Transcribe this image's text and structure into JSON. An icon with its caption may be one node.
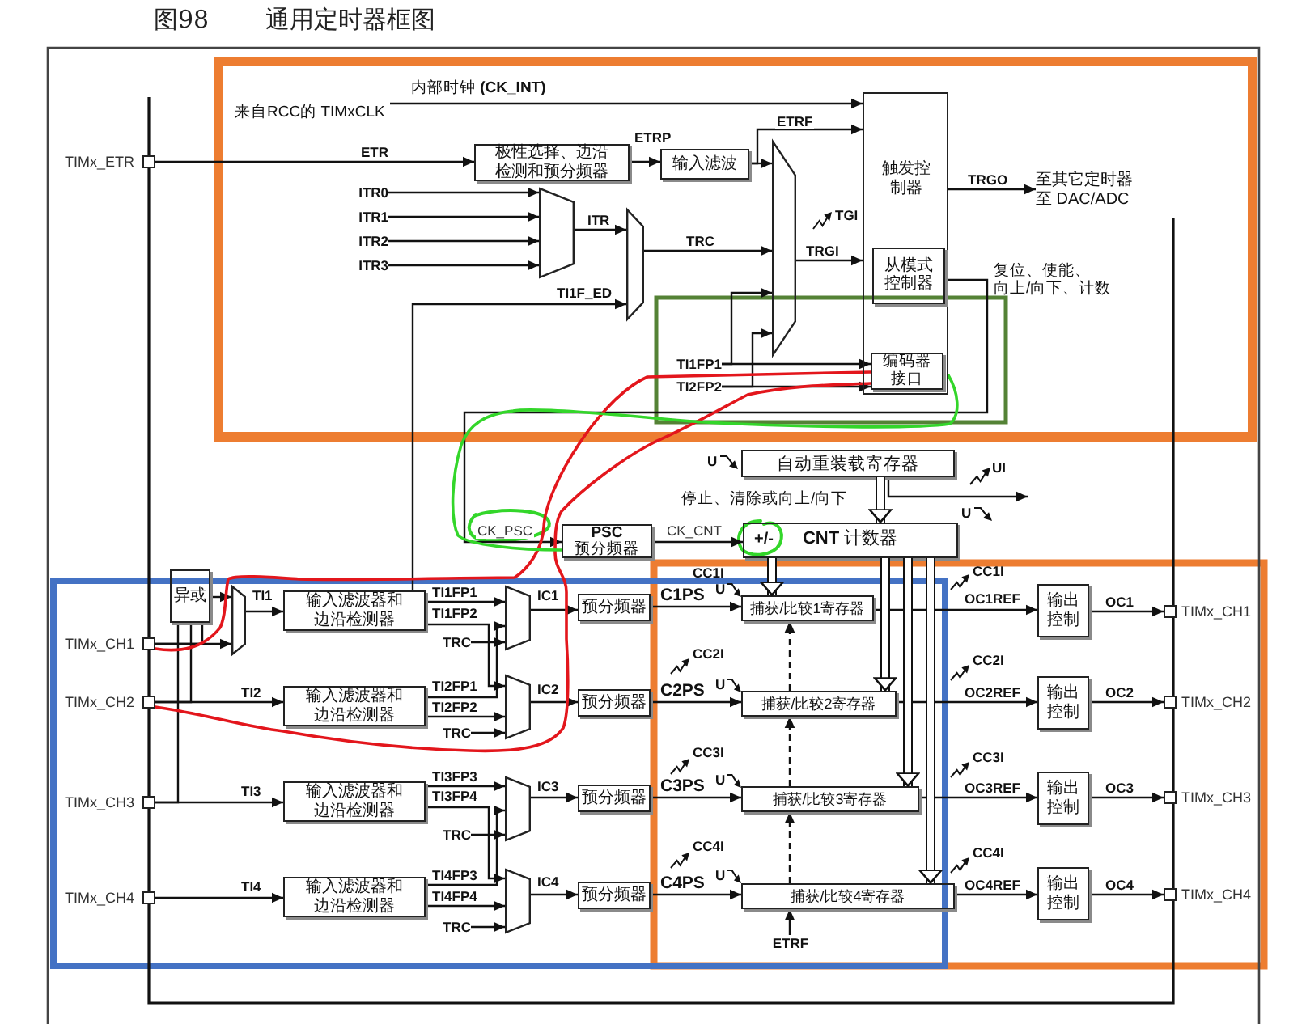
{
  "diagram": {
    "title": "图98 通用定时器框图",
    "nodes": [
      {
        "text": [
          "来自RCC的 TIMxCLK"
        ]
      },
      {
        "text": [],
        "shape": "box",
        "beside": [
          "TIMx_ETR"
        ]
      },
      {
        "text": [
          "极性选择、边沿检测和预分频器"
        ]
      },
      {
        "text": [
          "输入滤波"
        ]
      },
      {
        "text": [
          "ITR0"
        ]
      },
      {
        "text": [
          "ITR1"
        ]
      },
      {
        "text": [
          "ITR2"
        ]
      },
      {
        "text": [
          "ITR3"
        ]
      },
      {
        "text": [],
        "shape": "trapezoid"
      },
      {
        "text": [],
        "shape": "trapezoid"
      },
      {
        "text": [],
        "shape": "trapezoid"
      },
      {
        "text": [
          "触发控制器"
        ]
      },
      {
        "text": [
          "从模式控制器"
        ],
        "in": 11
      },
      {
        "text": [
          "编码器接口"
        ],
        "in": 11
      },
      {
        "text": [
          "至其它定时器至 DAC/ADC"
        ]
      },
      {
        "text": [
          "TI1FP1"
        ]
      },
      {
        "text": [
          "TI2FP2"
        ]
      },
      {
        "text": [
          "自动重装载寄存器"
        ]
      },
      {
        "text": [
          "PSC",
          "预分频器"
        ]
      },
      {
        "text": [
          "+/-",
          "**CNT** 计数器"
        ]
      },
      {
        "text": [
          "异或"
        ]
      },
      {
        "text": [],
        "shape": "trapezoid"
      },
      {
        "text": [],
        "shape": "box",
        "beside": [
          "TIMx_CH1"
        ]
      },
      {
        "text": [
          "输入滤波器和边沿检测器"
        ]
      },
      {
        "text": [],
        "shape": "trapezoid"
      },
      {
        "text": [
          "TRC"
        ]
      },
      {
        "text": [
          "预分频器"
        ]
      },
      {
        "text": [
          "捕获/比较1寄存器"
        ]
      },
      {
        "text": [
          "输出控制"
        ]
      },
      {
        "text": [],
        "shape": "box",
        "beside": [
          "TIMx_CH1"
        ]
      },
      {
        "text": [],
        "shape": "box",
        "beside": [
          "TIMx_CH2"
        ]
      },
      {
        "text": [
          "输入滤波器和边沿检测器"
        ]
      },
      {
        "text": [],
        "shape": "trapezoid"
      },
      {
        "text": [
          "TRC"
        ]
      },
      {
        "text": [
          "预分频器"
        ]
      },
      {
        "text": [
          "捕获/比较2寄存器"
        ]
      },
      {
        "text": [
          "输出控制"
        ]
      },
      {
        "text": [],
        "shape": "box",
        "beside": [
          "TIMx_CH2"
        ]
      },
      {
        "text": [],
        "shape": "box",
        "beside": [
          "TIMx_CH3"
        ]
      },
      {
        "text": [
          "输入滤波器和边沿检测器"
        ]
      },
      {
        "text": [],
        "shape": "trapezoid"
      },
      {
        "text": [
          "TRC"
        ]
      },
      {
        "text": [
          "预分频器"
        ]
      },
      {
        "text": [
          "捕获/比较3寄存器"
        ]
      },
      {
        "text": [
          "输出控制"
        ]
      },
      {
        "text": [],
        "shape": "box",
        "beside": [
          "TIMx_CH3"
        ]
      },
      {
        "text": [],
        "shape": "box",
        "beside": [
          "TIMx_CH4"
        ]
      },
      {
        "text": [
          "输入滤波器和边沿检测器"
        ]
      },
      {
        "text": [],
        "shape": "trapezoid"
      },
      {
        "text": [
          "TRC"
        ]
      },
      {
        "text": [
          "预分频器"
        ]
      },
      {
        "text": [
          "捕获/比较4寄存器"
        ]
      },
      {
        "text": [
          "输出控制"
        ]
      },
      {
        "text": [],
        "shape": "box",
        "beside": [
          "TIMx_CH4"
        ]
      },
      {
        "text": [
          "ETRF"
        ]
      }
    ],
    "edges": [
      {
        "from": 0,
        "to": 11,
        "arrow": "to",
        "label": "内部时钟 **(CK_INT)**"
      },
      {
        "from": 1,
        "to": 2,
        "arrow": "to",
        "label": "ETR"
      },
      {
        "from": 2,
        "to": 3,
        "arrow": "to",
        "label": "ETRP"
      },
      {
        "from": 3,
        "to": 11,
        "arrow": "to",
        "label": "ETRF"
      },
      {
        "from": 3,
        "to": 10,
        "arrow": "to"
      },
      {
        "from": 4,
        "to": 8,
        "arrow": "to"
      },
      {
        "from": 5,
        "to": 8,
        "arrow": "to"
      },
      {
        "from": 6,
        "to": 8,
        "arrow": "to"
      },
      {
        "from": 7,
        "to": 8,
        "arrow": "to"
      },
      {
        "from": 8,
        "to": 9,
        "arrow": "to",
        "label": "ITR"
      },
      {
        "from": 23,
        "to": 9,
        "arrow": "to",
        "label": "TI1F_ED"
      },
      {
        "from": 9,
        "to": 10,
        "arrow": "to",
        "label": "TRC"
      },
      {
        "from": 15,
        "to": 10,
        "arrow": "to"
      },
      {
        "from": 16,
        "to": 10,
        "arrow": "to"
      },
      {
        "from": 10,
        "to": 11,
        "arrow": "to",
        "label": "TRGI"
      },
      {
        "from": 15,
        "to": 13,
        "arrow": "to"
      },
      {
        "from": 16,
        "to": 13,
        "arrow": "to"
      },
      {
        "from": 11,
        "to": 14,
        "arrow": "to",
        "label": "TRGO"
      },
      {
        "from": 12,
        "to": 18,
        "arrow": "to",
        "label": "CK_PSC"
      },
      {
        "from": 18,
        "to": 19,
        "arrow": "to",
        "label": "CK_CNT"
      },
      {
        "from": 17,
        "to": 19,
        "arrow": "to",
        "style": "thick"
      },
      {
        "from": 17,
        "to": null,
        "arrow": "to"
      },
      {
        "from": 19,
        "to": 27,
        "arrow": "to",
        "style": "thick"
      },
      {
        "from": 19,
        "to": 35,
        "arrow": "to",
        "style": "thick"
      },
      {
        "from": 19,
        "to": 43,
        "arrow": "to",
        "style": "thick"
      },
      {
        "from": 19,
        "to": 51,
        "arrow": "to",
        "style": "thick"
      },
      {
        "from": 22,
        "to": 21,
        "arrow": "to"
      },
      {
        "from": 22,
        "to": 20,
        "arrow": "none"
      },
      {
        "from": 30,
        "to": 20,
        "arrow": "none"
      },
      {
        "from": 38,
        "to": 20,
        "arrow": "none"
      },
      {
        "from": 20,
        "to": 21,
        "arrow": "to"
      },
      {
        "from": 21,
        "to": 23,
        "arrow": "to",
        "label": "TI1"
      },
      {
        "from": 30,
        "to": 31,
        "arrow": "to",
        "label": "TI2"
      },
      {
        "from": 38,
        "to": 39,
        "arrow": "to",
        "label": "TI3"
      },
      {
        "from": 46,
        "to": 47,
        "arrow": "to",
        "label": "TI4"
      },
      {
        "from": 23,
        "to": 24,
        "arrow": "to",
        "label": "TI1FP1"
      },
      {
        "from": 23,
        "to": 32,
        "arrow": "to",
        "label": "TI1FP2"
      },
      {
        "from": 31,
        "to": 24,
        "arrow": "to",
        "label": "TI2FP1"
      },
      {
        "from": 31,
        "to": 32,
        "arrow": "to",
        "label": "TI2FP2"
      },
      {
        "from": 39,
        "to": 40,
        "arrow": "to",
        "label": "TI3FP3"
      },
      {
        "from": 39,
        "to": 48,
        "arrow": "to",
        "label": "TI3FP4"
      },
      {
        "from": 47,
        "to": 40,
        "arrow": "to",
        "label": "TI4FP3"
      },
      {
        "from": 47,
        "to": 48,
        "arrow": "to",
        "label": "TI4FP4"
      },
      {
        "from": 25,
        "to": 24,
        "arrow": "to"
      },
      {
        "from": 33,
        "to": 32,
        "arrow": "to"
      },
      {
        "from": 41,
        "to": 40,
        "arrow": "to"
      },
      {
        "from": 49,
        "to": 48,
        "arrow": "to"
      },
      {
        "from": 24,
        "to": 26,
        "arrow": "to",
        "label": "IC1"
      },
      {
        "from": 32,
        "to": 34,
        "arrow": "to",
        "label": "IC2"
      },
      {
        "from": 40,
        "to": 42,
        "arrow": "to",
        "label": "IC3"
      },
      {
        "from": 48,
        "to": 50,
        "arrow": "to",
        "label": "IC4"
      },
      {
        "from": 26,
        "to": 27,
        "arrow": "to",
        "label": "C1PS"
      },
      {
        "from": 34,
        "to": 35,
        "arrow": "to",
        "label": "C2PS"
      },
      {
        "from": 42,
        "to": 43,
        "arrow": "to",
        "label": "C3PS"
      },
      {
        "from": 50,
        "to": 51,
        "arrow": "to",
        "label": "C4PS"
      },
      {
        "from": 35,
        "to": 27,
        "arrow": "to",
        "style": "dashed"
      },
      {
        "from": 43,
        "to": 35,
        "arrow": "to",
        "style": "dashed"
      },
      {
        "from": 51,
        "to": 43,
        "arrow": "to",
        "style": "dashed"
      },
      {
        "from": 54,
        "to": 51,
        "arrow": "to"
      },
      {
        "from": 27,
        "to": 28,
        "arrow": "to",
        "label": "OC1REF"
      },
      {
        "from": 35,
        "to": 36,
        "arrow": "to",
        "label": "OC2REF"
      },
      {
        "from": 43,
        "to": 44,
        "arrow": "to",
        "label": "OC3REF"
      },
      {
        "from": 51,
        "to": 52,
        "arrow": "to",
        "label": "OC4REF"
      },
      {
        "from": 28,
        "to": 29,
        "arrow": "to",
        "label": "OC1"
      },
      {
        "from": 36,
        "to": 37,
        "arrow": "to",
        "label": "OC2"
      },
      {
        "from": 44,
        "to": 45,
        "arrow": "to",
        "label": "OC3"
      },
      {
        "from": 52,
        "to": 53,
        "arrow": "to",
        "label": "OC4"
      },
      {
        "from": 22,
        "to": 13,
        "arrow": "none",
        "color": "#e3161c"
      },
      {
        "from": 30,
        "to": 13,
        "arrow": "none",
        "color": "#e3161c"
      },
      {
        "from": 11,
        "to": 18,
        "arrow": "none",
        "color": "#33d62a"
      }
    ],
    "labels": [
      "TGI",
      "复位、使能、向上/向下、计数",
      "U",
      "UI",
      "停止、清除或向上/向下",
      "U",
      "CC1I",
      "CC1I",
      "U",
      "CC2I",
      "CC2I",
      "U",
      "CC3I",
      "CC3I",
      "U",
      "CC4I",
      "CC4I",
      "U"
    ]
  }
}
